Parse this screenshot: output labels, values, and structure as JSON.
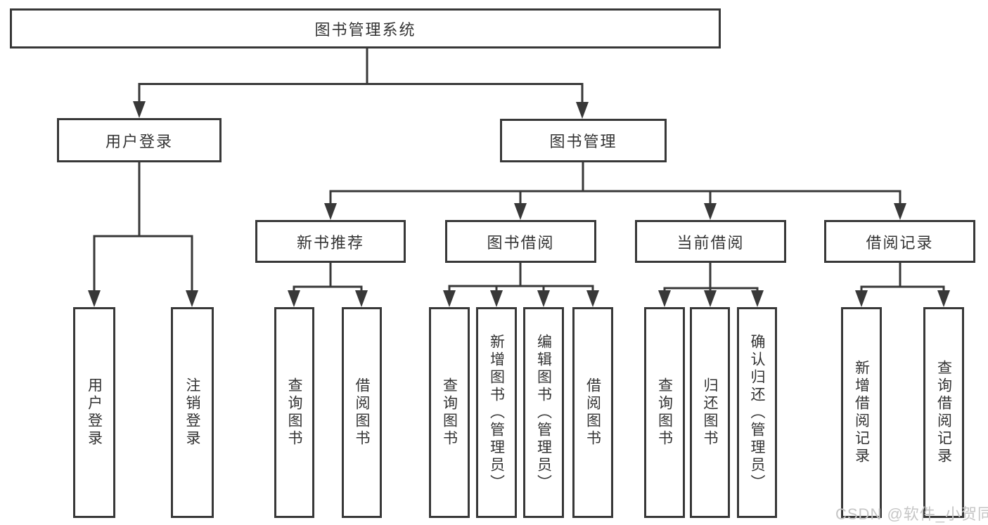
{
  "diagram_title": "图书管理系统",
  "nodes": {
    "root": "图书管理系统",
    "user_login": "用户登录",
    "book_mgmt": "图书管理",
    "new_book_rec": "新书推荐",
    "book_borrow": "图书借阅",
    "current_borrow": "当前借阅",
    "borrow_record": "借阅记录",
    "ul_login": "用户登录",
    "ul_logout": "注销登录",
    "nbr_query": "查询图书",
    "nbr_borrow": "借阅图书",
    "bb_query": "查询图书",
    "bb_add": "新增图书（管理员）",
    "bb_edit": "编辑图书（管理员）",
    "bb_borrow": "借阅图书",
    "cb_query": "查询图书",
    "cb_return": "归还图书",
    "cb_confirm": "确认归还（管理员）",
    "br_add": "新增借阅记录",
    "br_query": "查询借阅记录"
  },
  "watermark": {
    "text": "CSDN @软件_小贺同学",
    "color": "#c6c6c6"
  },
  "colors": {
    "line": "#383838",
    "box_border": "#383838",
    "box_background": "#ffffff",
    "text": "#333333",
    "page_background": "#ffffff"
  }
}
